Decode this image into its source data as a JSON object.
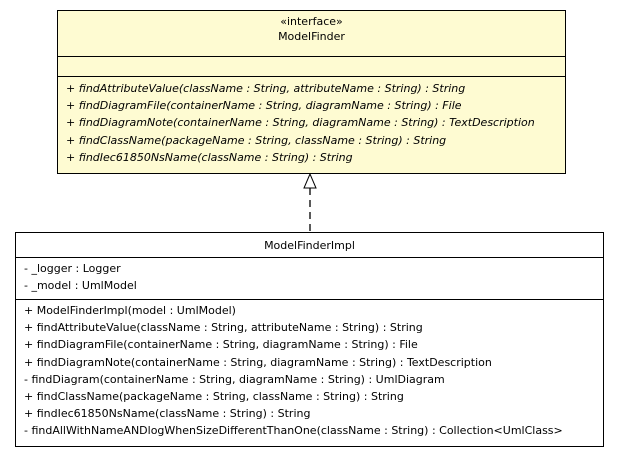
{
  "interface": {
    "stereotype": "«interface»",
    "name": "ModelFinder",
    "operations": [
      "+ findAttributeValue(className : String, attributeName : String) : String",
      "+ findDiagramFile(containerName : String, diagramName : String) : File",
      "+ findDiagramNote(containerName : String, diagramName : String) : TextDescription",
      "+ findClassName(packageName : String, className : String) : String",
      "+ findIec61850NsName(className : String) : String"
    ]
  },
  "impl": {
    "name": "ModelFinderImpl",
    "attributes": [
      "- _logger : Logger",
      "- _model : UmlModel"
    ],
    "operations": [
      "+ ModelFinderImpl(model : UmlModel)",
      "+ findAttributeValue(className : String, attributeName : String) : String",
      "+ findDiagramFile(containerName : String, diagramName : String) : File",
      "+ findDiagramNote(containerName : String, diagramName : String) : TextDescription",
      "- findDiagram(containerName : String, diagramName : String) : UmlDiagram",
      "+ findClassName(packageName : String, className : String) : String",
      "+ findIec61850NsName(className : String) : String",
      "- findAllWithNameANDlogWhenSizeDifferentThanOne(className : String) : Collection<UmlClass>"
    ]
  },
  "colors": {
    "interface_fill": "#fefbd2",
    "class_fill": "#ffffff",
    "line": "#000000"
  }
}
